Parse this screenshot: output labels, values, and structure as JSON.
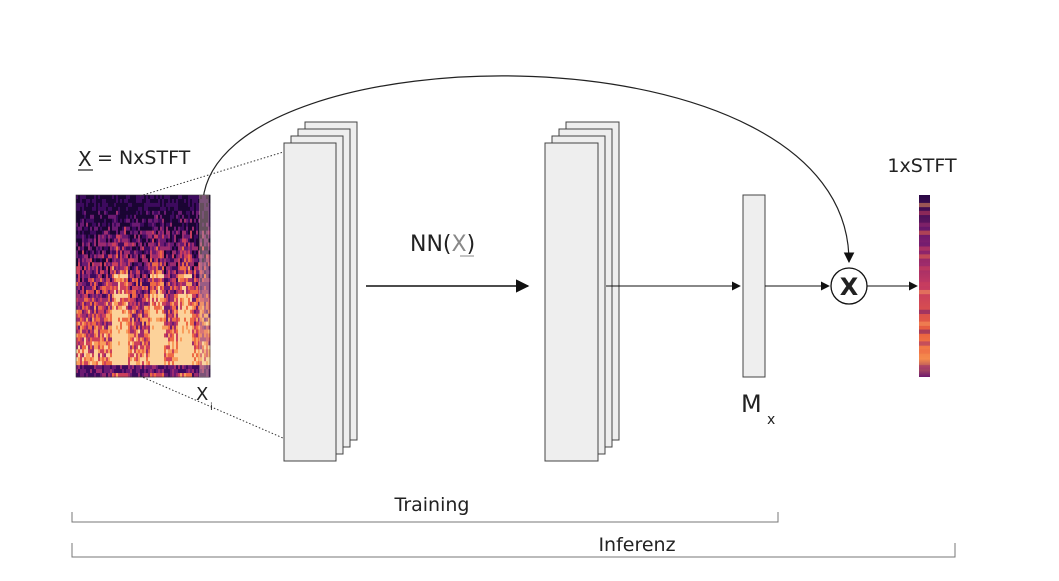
{
  "labels": {
    "input_symbol": "X",
    "input_text": "= NxSTFT",
    "frame_label": "X",
    "frame_sub": "i",
    "network_prefix": "NN(",
    "network_symbol": "X",
    "network_suffix": ")",
    "mask_label": "M",
    "mask_sub": "x",
    "multiply_symbol": "X",
    "output_label": "1xSTFT",
    "training_label": "Training",
    "inference_label": "Inferenz"
  },
  "colors": {
    "spectrogram_palette": [
      "#1a0533",
      "#3d0a5e",
      "#6b1a72",
      "#9c2b6f",
      "#cc3f5c",
      "#ee6a45",
      "#f99d5c",
      "#fcd29a"
    ]
  }
}
